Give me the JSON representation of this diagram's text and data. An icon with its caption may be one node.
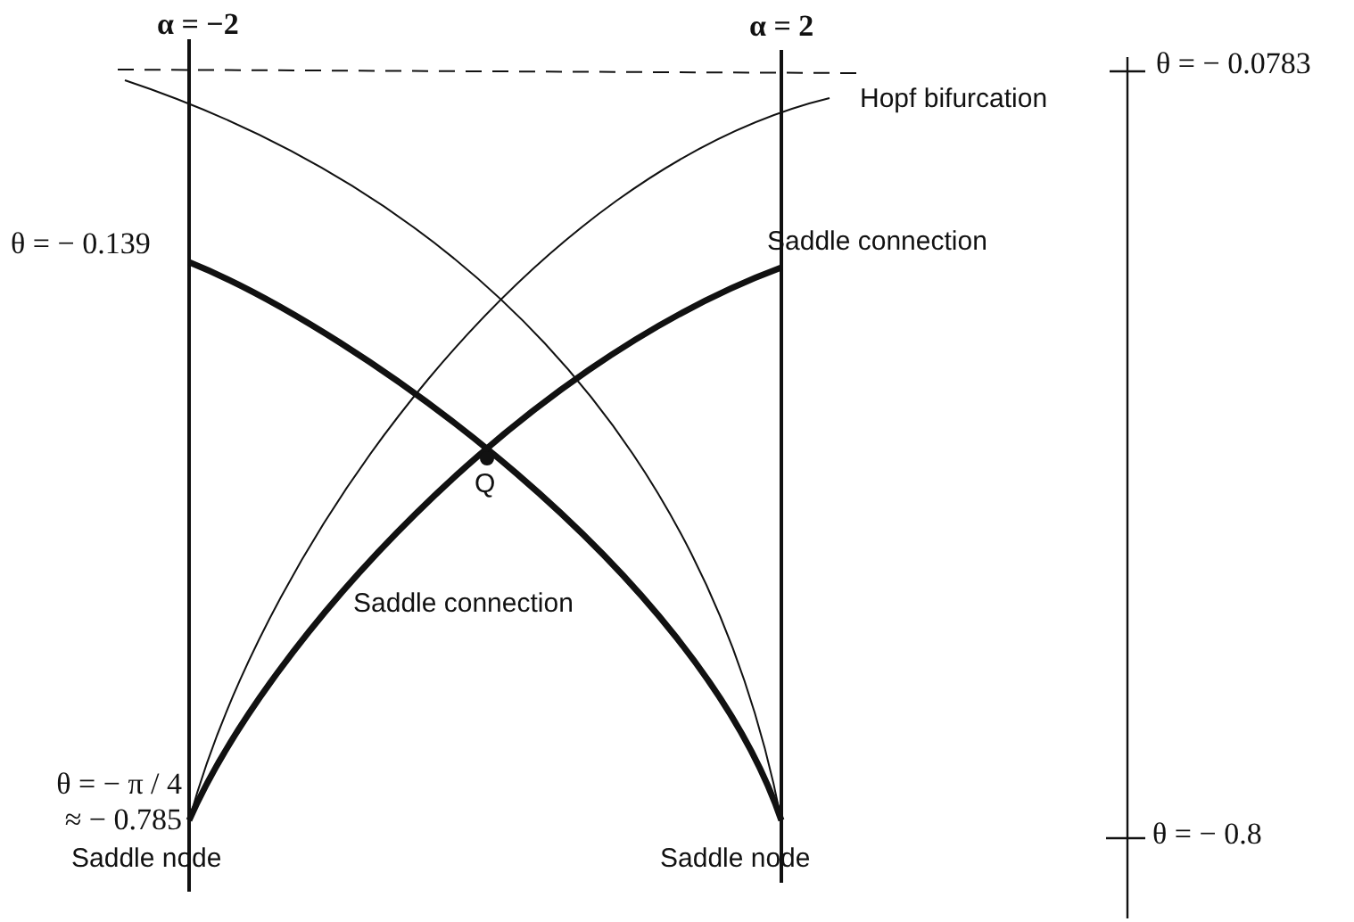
{
  "diagram": {
    "labels": [
      "α = −2",
      "α = 2",
      "θ = − 0.0783",
      "Hopf bifurcation",
      "θ = − 0.139",
      "Saddle connection",
      "Q",
      "Saddle connection",
      "θ = − π / 4 ≈ − 0.785",
      "Saddle node",
      "θ = − 0.8",
      "Saddle node"
    ]
  }
}
